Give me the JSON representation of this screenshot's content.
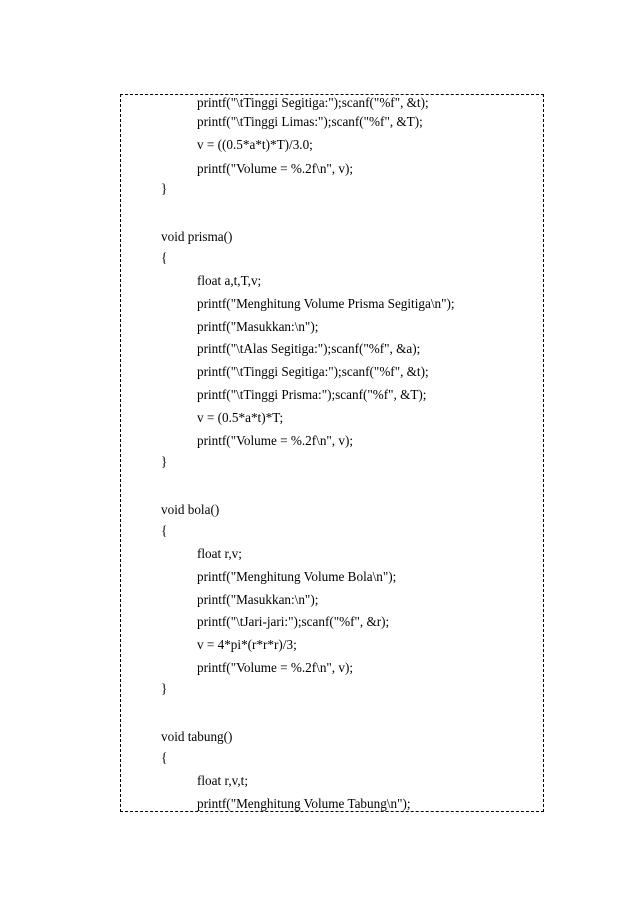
{
  "lines": [
    "printf(\"\\tTinggi Segitiga:\");scanf(\"%f\", &t);",
    "printf(\"\\tTinggi Limas:\");scanf(\"%f\", &T);",
    "v = ((0.5*a*t)*T)/3.0;",
    "printf(\"Volume = %.2f\\n\", v);",
    "}",
    "void prisma()",
    "{",
    "float a,t,T,v;",
    "printf(\"Menghitung Volume Prisma Segitiga\\n\");",
    "printf(\"Masukkan:\\n\");",
    "printf(\"\\tAlas Segitiga:\");scanf(\"%f\", &a);",
    "printf(\"\\tTinggi Segitiga:\");scanf(\"%f\", &t);",
    "printf(\"\\tTinggi Prisma:\");scanf(\"%f\", &T);",
    "v = (0.5*a*t)*T;",
    "printf(\"Volume = %.2f\\n\", v);",
    "}",
    "void bola()",
    "{",
    "float r,v;",
    "printf(\"Menghitung Volume Bola\\n\");",
    "printf(\"Masukkan:\\n\");",
    "printf(\"\\tJari-jari:\");scanf(\"%f\", &r);",
    "v = 4*pi*(r*r*r)/3;",
    "printf(\"Volume = %.2f\\n\", v);",
    "}",
    "void tabung()",
    "{",
    "float r,v,t;",
    "printf(\"Menghitung Volume Tabung\\n\");"
  ]
}
